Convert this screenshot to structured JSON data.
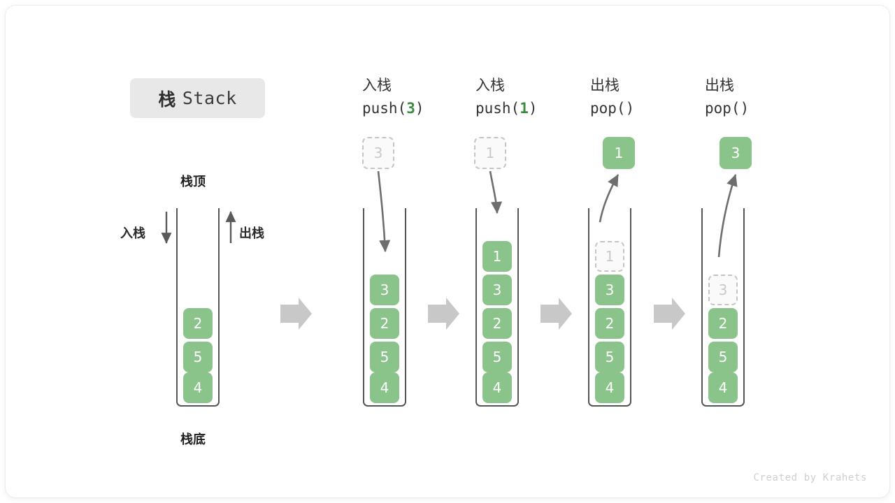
{
  "title": {
    "cn": "栈",
    "en": "Stack"
  },
  "labels": {
    "top": "栈顶",
    "bottom": "栈底",
    "push_side": "入栈",
    "pop_side": "出栈"
  },
  "colors": {
    "cell_green": "#8bc48b",
    "arg_green": "#3b8c3f",
    "ghost_border": "#c4c4c4",
    "ghost_text": "#c9c9c9",
    "wall": "#555555",
    "arrow_gray": "#6e6e6e",
    "block_arrow": "#c8c8c8",
    "badge_bg": "#e8e8e8",
    "watermark": "#cfcfcf"
  },
  "stages": [
    {
      "id": "initial",
      "header_cn": "",
      "header_code": "",
      "header_arg": "",
      "cells_bottom_to_top": [
        "4",
        "5",
        "2"
      ],
      "float_value": "",
      "float_kind": "none",
      "ghost_top": false
    },
    {
      "id": "push-3",
      "header_cn": "入栈",
      "header_code_pre": "push(",
      "header_arg": "3",
      "header_code_post": ")",
      "cells_bottom_to_top": [
        "4",
        "5",
        "2",
        "3"
      ],
      "float_value": "3",
      "float_kind": "ghost"
    },
    {
      "id": "push-1",
      "header_cn": "入栈",
      "header_code_pre": "push(",
      "header_arg": "1",
      "header_code_post": ")",
      "cells_bottom_to_top": [
        "4",
        "5",
        "2",
        "3",
        "1"
      ],
      "float_value": "1",
      "float_kind": "ghost"
    },
    {
      "id": "pop-1",
      "header_cn": "出栈",
      "header_code_pre": "pop(",
      "header_arg": "",
      "header_code_post": ")",
      "cells_bottom_to_top": [
        "4",
        "5",
        "2",
        "3"
      ],
      "ghost_cell": "1",
      "float_value": "1",
      "float_kind": "solid"
    },
    {
      "id": "pop-3",
      "header_cn": "出栈",
      "header_code_pre": "pop(",
      "header_arg": "",
      "header_code_post": ")",
      "cells_bottom_to_top": [
        "4",
        "5",
        "2"
      ],
      "ghost_cell": "3",
      "float_value": "3",
      "float_kind": "solid"
    }
  ],
  "transition_arrows": 4,
  "watermark": "Created by Krahets"
}
